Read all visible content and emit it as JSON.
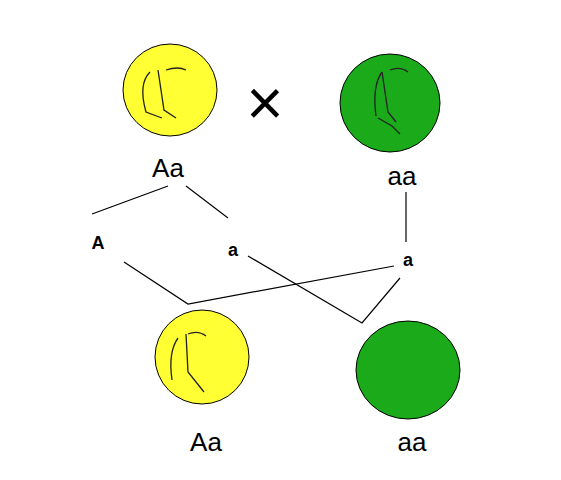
{
  "diagram": {
    "nodes": [
      {
        "text": [
          "Aa"
        ]
      },
      {
        "text": [
          "aa"
        ]
      },
      {
        "text": [
          "Aa"
        ]
      },
      {
        "text": [
          "aa"
        ]
      }
    ],
    "labels": [
      "×",
      "A",
      "a",
      "a"
    ]
  }
}
